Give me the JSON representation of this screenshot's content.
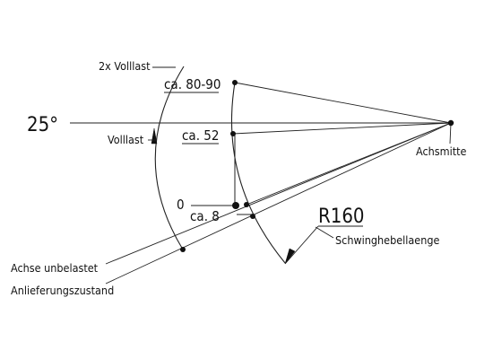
{
  "labels": {
    "angle": "25°",
    "two_x_full_load": "2x Volllast",
    "approx_80_90": "ca. 80-90",
    "full_load": "Volllast",
    "approx_52": "ca. 52",
    "zero": "0",
    "approx_8": "ca. 8",
    "radius": "R160",
    "swingarm_length": "Schwinghebellaenge",
    "axle_center": "Achsmitte",
    "axle_unloaded": "Achse unbelastet",
    "delivery_state": "Anlieferungszustand"
  }
}
